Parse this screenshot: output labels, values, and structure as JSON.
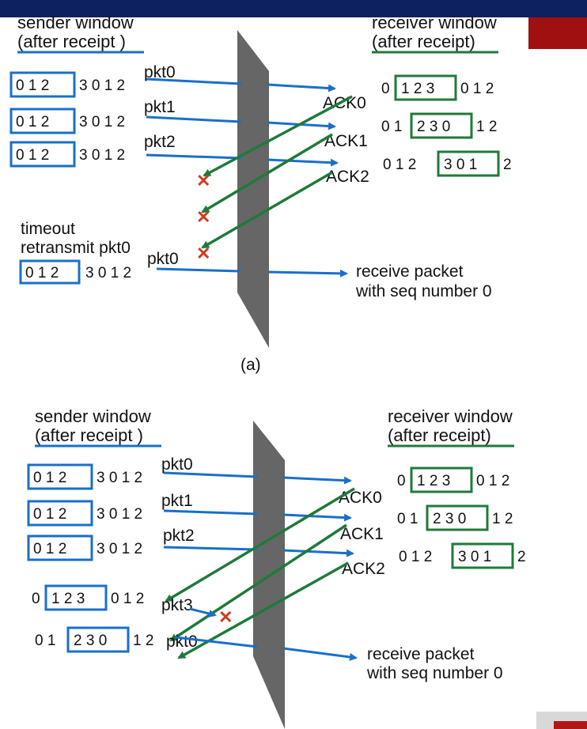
{
  "colors": {
    "sender": "#1a6fc9",
    "receiver": "#1f7a3a",
    "loss": "#d23a1e",
    "channel": "#666666",
    "topbar": "#0d2060",
    "accent": "#a01010"
  },
  "panel_a": {
    "sender_title": "sender window",
    "sender_subtitle": "(after receipt )",
    "receiver_title": "receiver window",
    "receiver_subtitle": "(after receipt)",
    "sender_rows": [
      {
        "boxed": "0 1 2",
        "rest": "3 0 1 2"
      },
      {
        "boxed": "0 1 2",
        "rest": "3 0 1 2"
      },
      {
        "boxed": "0 1 2",
        "rest": "3 0 1 2"
      }
    ],
    "packets": [
      "pkt0",
      "pkt1",
      "pkt2"
    ],
    "acks": [
      "ACK0",
      "ACK1",
      "ACK2"
    ],
    "receiver_rows": [
      {
        "pre": "0",
        "boxed": "1 2 3",
        "post": "0 1 2"
      },
      {
        "pre": "0 1",
        "boxed": "2 3 0",
        "post": "1 2"
      },
      {
        "pre": "0 1 2",
        "boxed": "3 0 1",
        "post": "2"
      }
    ],
    "timeout_line1": "timeout",
    "timeout_line2": "retransmit pkt0",
    "retransmit_row": {
      "boxed": "0 1 2",
      "rest": "3 0 1 2"
    },
    "retransmit_packet": "pkt0",
    "receive_line1": "receive packet",
    "receive_line2": "with seq number 0",
    "caption": "(a)"
  },
  "panel_b": {
    "sender_title": "sender window",
    "sender_subtitle": "(after receipt )",
    "receiver_title": "receiver window",
    "receiver_subtitle": "(after receipt)",
    "sender_rows": [
      {
        "boxed": "0 1 2",
        "rest": "3 0 1 2"
      },
      {
        "boxed": "0 1 2",
        "rest": "3 0 1 2"
      },
      {
        "boxed": "0 1 2",
        "rest": "3 0 1 2"
      }
    ],
    "packets": [
      "pkt0",
      "pkt1",
      "pkt2"
    ],
    "acks": [
      "ACK0",
      "ACK1",
      "ACK2"
    ],
    "receiver_rows": [
      {
        "pre": "0",
        "boxed": "1 2 3",
        "post": "0 1 2"
      },
      {
        "pre": "0 1",
        "boxed": "2 3 0",
        "post": "1 2"
      },
      {
        "pre": "0 1 2",
        "boxed": "3 0 1",
        "post": "2"
      }
    ],
    "slide_rows": [
      {
        "pre": "0",
        "boxed": "1 2 3",
        "post": "0 1 2"
      },
      {
        "pre": "0 1",
        "boxed": "2 3 0",
        "post": "1 2"
      }
    ],
    "slide_packets": [
      "pkt3",
      "pkt0"
    ],
    "receive_line1": "receive packet",
    "receive_line2": "with seq number 0"
  }
}
